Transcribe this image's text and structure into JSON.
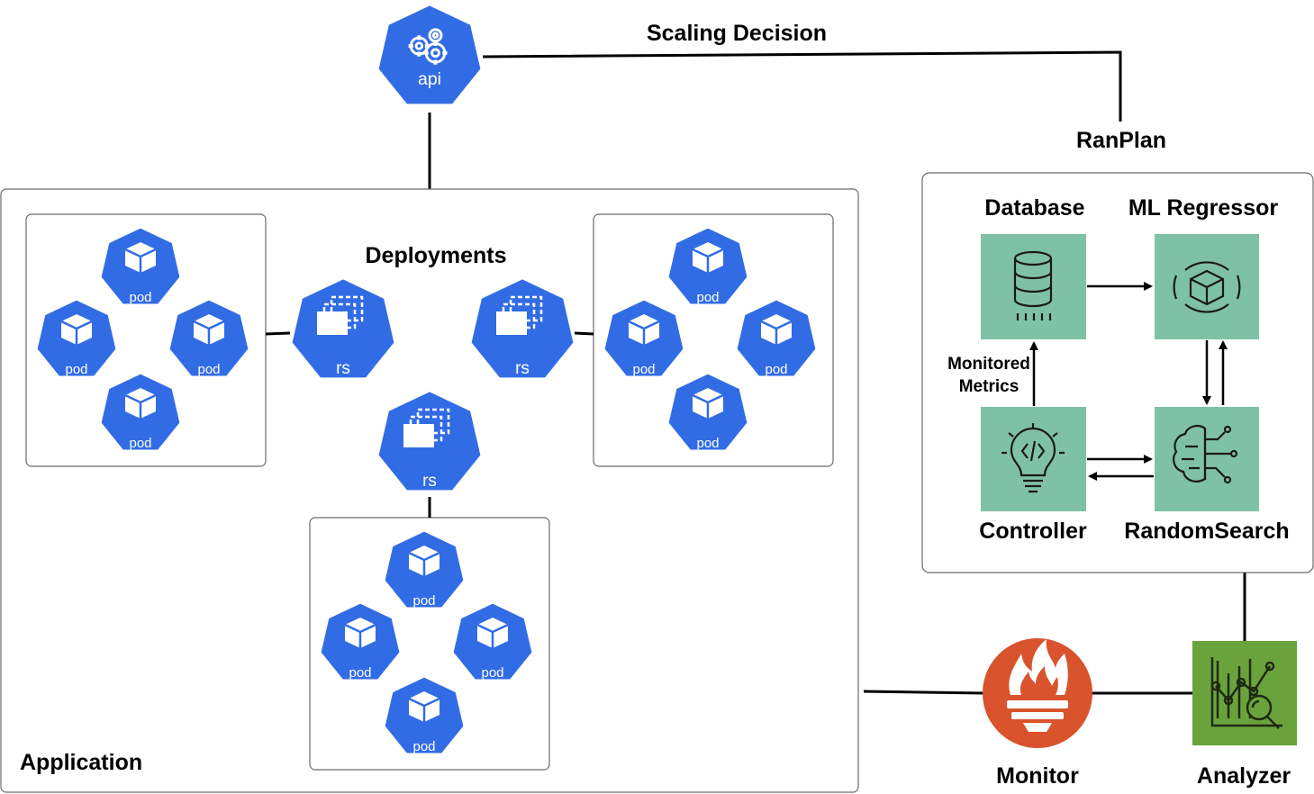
{
  "labels": {
    "scaling_decision": "Scaling Decision",
    "ranplan": "RanPlan",
    "deployments": "Deployments",
    "application": "Application",
    "database": "Database",
    "ml_regressor": "ML Regressor",
    "controller": "Controller",
    "random_search": "RandomSearch",
    "monitored_metrics_line1": "Monitored",
    "monitored_metrics_line2": "Metrics",
    "monitor": "Monitor",
    "analyzer": "Analyzer"
  },
  "icons": {
    "api": "api",
    "rs": "rs",
    "pod": "pod"
  },
  "colors": {
    "kubernetes_blue": "#326ce5",
    "ranplan_tile": "#7fc1a6",
    "prometheus_orange": "#d9532c",
    "analyzer_green": "#6aa33b"
  }
}
